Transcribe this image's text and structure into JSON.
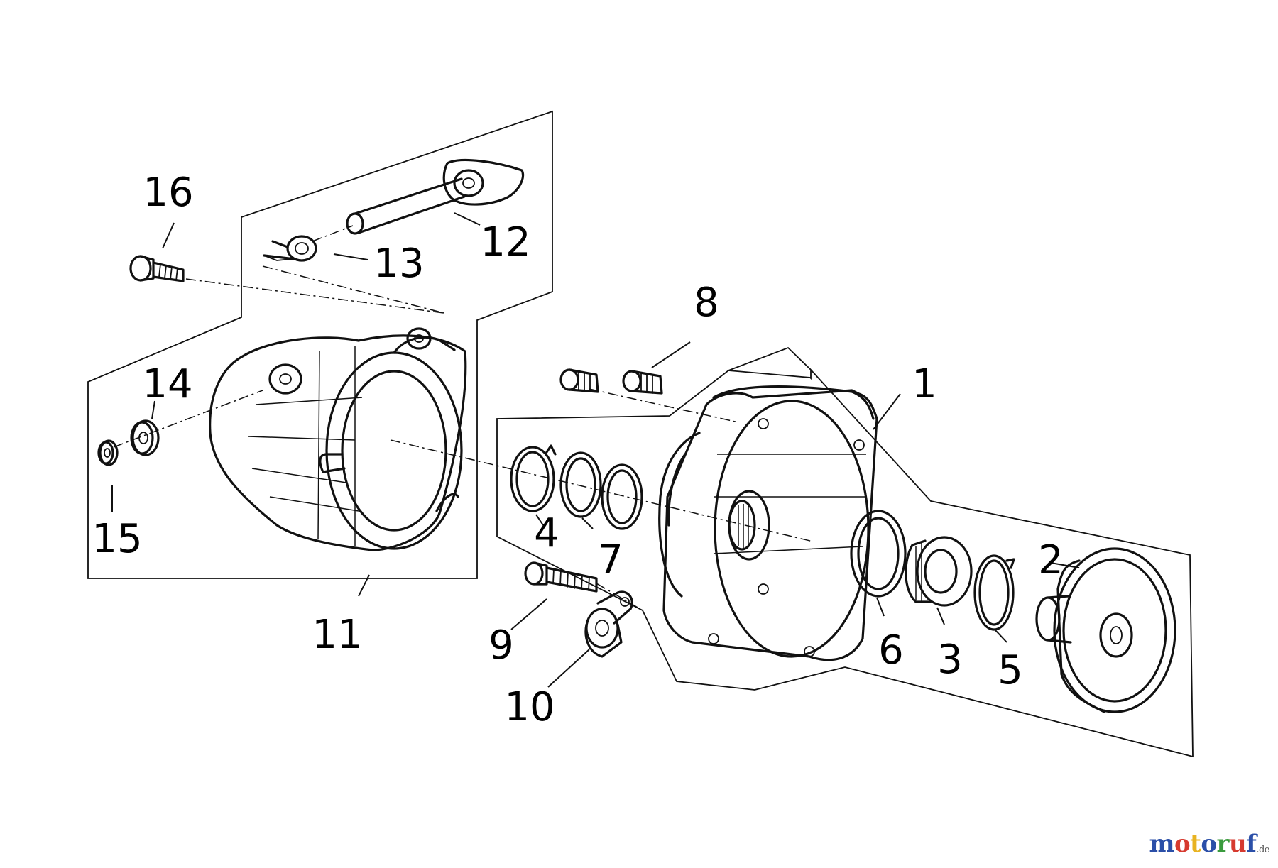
{
  "callouts": [
    "1",
    "2",
    "3",
    "4",
    "5",
    "6",
    "7",
    "8",
    "9",
    "10",
    "11",
    "12",
    "13",
    "14",
    "15",
    "16"
  ],
  "watermark": {
    "letters": [
      "m",
      "o",
      "t",
      "o",
      "r",
      "u",
      "f"
    ],
    "colors": [
      "#2b4fa8",
      "#d63a2f",
      "#e8b321",
      "#2b4fa8",
      "#3a9b3e",
      "#d63a2f",
      "#2b4fa8"
    ],
    "tld": ".de"
  }
}
